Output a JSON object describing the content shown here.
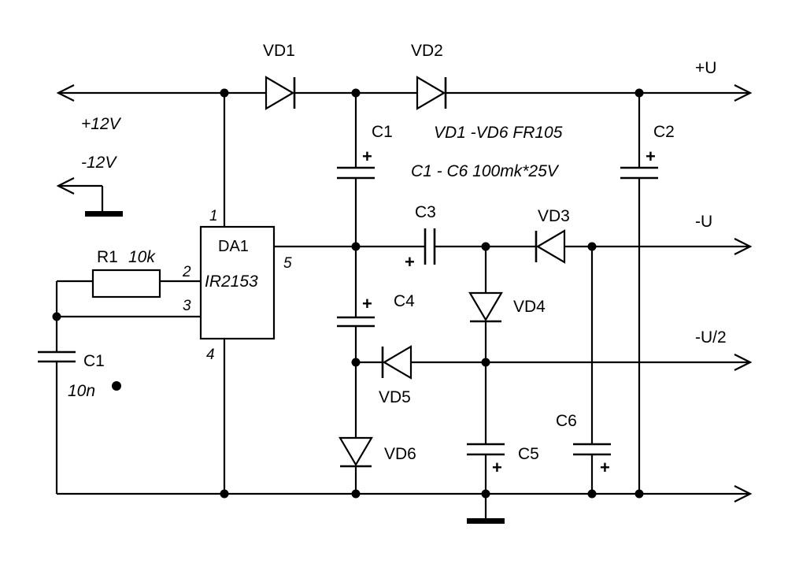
{
  "diagram": {
    "nodes": {
      "vd1": "VD1",
      "vd2": "VD2",
      "vd3": "VD3",
      "vd4": "VD4",
      "vd5": "VD5",
      "vd6": "VD6",
      "c1_top": "C1",
      "c2": "C2",
      "c3": "C3",
      "c4": "C4",
      "c5": "C5",
      "c6": "C6",
      "c1_timing": "C1",
      "c1_timing_value": "10n",
      "r1": "R1",
      "r1_value": "10k",
      "da1": "DA1",
      "da1_part": "IR2153",
      "pin1": "1",
      "pin2": "2",
      "pin3": "3",
      "pin4": "4",
      "pin5": "5"
    },
    "rails": {
      "plus_12v": "+12V",
      "minus_12v": "-12V",
      "plus_u": "+U",
      "minus_u": "-U",
      "minus_u_half": "-U/2"
    },
    "notes": {
      "diodes": "VD1 -VD6 FR105",
      "capacitors": "C1 - C6 100mk*25V"
    },
    "polarity": {
      "plus": "+"
    }
  }
}
